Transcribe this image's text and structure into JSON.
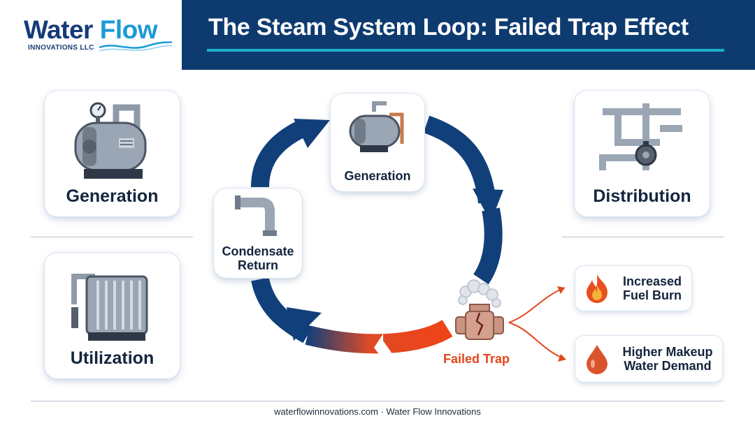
{
  "logo": {
    "brand_word1": "Water",
    "brand_word2": "Flow",
    "subtitle": "INNOVATIONS LLC"
  },
  "header": {
    "title": "The Steam System Loop: Failed Trap Effect"
  },
  "panels": {
    "generation": "Generation",
    "distribution": "Distribution",
    "utilization": "Utilization"
  },
  "loop": {
    "generation": "Generation",
    "condensate_return_line1": "Condensate",
    "condensate_return_line2": "Return",
    "failed_trap": "Failed Trap"
  },
  "effects": {
    "fuel_line1": "Increased",
    "fuel_line2": "Fuel Burn",
    "water_line1": "Higher Makeup",
    "water_line2": "Water Demand"
  },
  "footer": {
    "text": "waterflowinnovations.com · Water Flow Innovations"
  },
  "colors": {
    "navy": "#0e3b6f",
    "accent": "#1ab0c8",
    "warning": "#e3471c"
  }
}
